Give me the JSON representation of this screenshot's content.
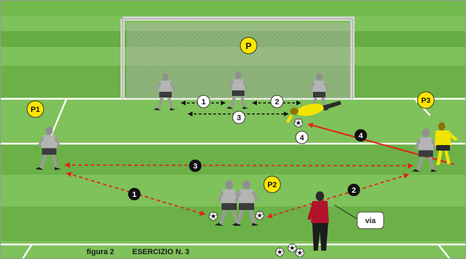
{
  "figure": {
    "caption_figure": "figura 2",
    "caption_exercise": "ESERCIZIO N. 3"
  },
  "roles": {
    "goal_keeper_coach": "P",
    "left_player": "P1",
    "center_player": "P2",
    "right_player": "P3"
  },
  "steps": {
    "gk_step_1": "1",
    "gk_step_2": "2",
    "gk_step_3": "3",
    "gk_step_4": "4",
    "field_step_1": "1",
    "field_step_2": "2",
    "field_step_3": "3",
    "field_step_4": "4"
  },
  "callout": {
    "via_label": "via"
  },
  "colors": {
    "grass_light": "#7fc15a",
    "grass_dark": "#66ad43",
    "pass_arrow": "#e2231a",
    "role_badge": "#ffe600",
    "step_badge_dark": "#111111",
    "step_badge_light": "#ffffff",
    "coach_shirt": "#b0132a",
    "keeper_kit": "#f2e400"
  }
}
